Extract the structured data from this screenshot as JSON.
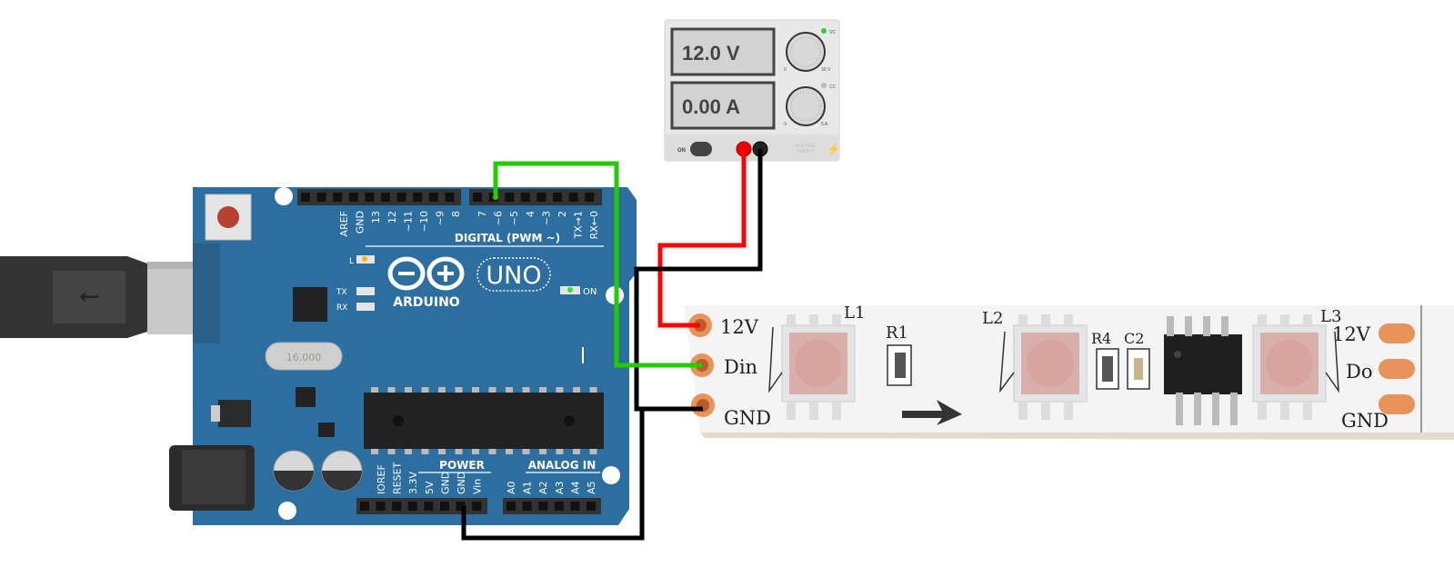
{
  "power_supply": {
    "voltage_display": "12.0 V",
    "current_display": "0.00 A",
    "power_switch_label": "ON",
    "voltage_led_label": "VC",
    "current_led_label": "CC",
    "voltage_knob_min": "0",
    "voltage_knob_max": "30 V",
    "current_knob_min": "0",
    "current_knob_max": "5 A",
    "brand_line1": "VOLTAGE",
    "brand_line2": "SUPPLY"
  },
  "arduino": {
    "model_label": "UNO",
    "brand_label": "ARDUINO",
    "digital_header_label": "DIGITAL (PWM ~)",
    "power_header_label": "POWER",
    "analog_header_label": "ANALOG IN",
    "on_led_label": "ON",
    "l_led_label": "L",
    "tx_label": "TX",
    "rx_label": "RX",
    "crystal_label": "16.000",
    "digital_pins": [
      "AREF",
      "GND",
      "13",
      "12",
      "~11",
      "~10",
      "~9",
      "8",
      "7",
      "~6",
      "~5",
      "4",
      "~3",
      "2",
      "TX→1",
      "RX←0"
    ],
    "power_pins": [
      "IOREF",
      "RESET",
      "3.3V",
      "5V",
      "GND",
      "GND",
      "Vin"
    ],
    "analog_pins": [
      "A0",
      "A1",
      "A2",
      "A3",
      "A4",
      "A5"
    ]
  },
  "led_strip": {
    "pad_12v": "12V",
    "pad_din": "Din",
    "pad_gnd": "GND",
    "pad_12v_out": "12V",
    "pad_do": "Do",
    "pad_gnd_out": "GND",
    "led1_label": "L1",
    "led2_label": "L2",
    "led3_label": "L3",
    "r1_label": "R1",
    "r4_label": "R4",
    "c2_label": "C2"
  },
  "wires": {
    "power_positive_color": "#ff0000",
    "ground_color": "#000000",
    "data_color": "#22cc00"
  },
  "colors": {
    "arduino_board": "#2c6ea0",
    "arduino_header": "#3a3a3a",
    "ps_body": "#e8e8e8",
    "ps_display": "#d0d0d0",
    "strip_body": "#f4f4f4",
    "copper_pad": "#e8935a"
  }
}
